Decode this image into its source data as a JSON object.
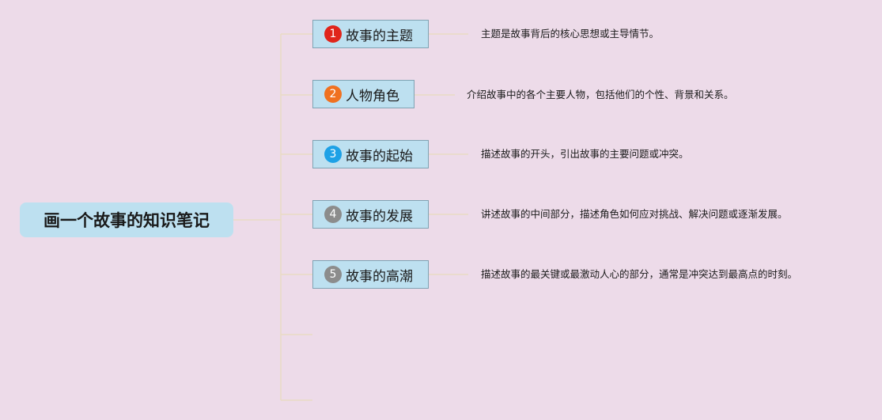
{
  "root": {
    "label": "画一个故事的知识笔记"
  },
  "topics": [
    {
      "number": "1",
      "label": "故事的主题",
      "note": "主题是故事背后的核心思想或主导情节。",
      "badge_color": "#e0251b"
    },
    {
      "number": "2",
      "label": "人物角色",
      "note": "介绍故事中的各个主要人物，包括他们的个性、背景和关系。",
      "badge_color": "#f07120"
    },
    {
      "number": "3",
      "label": "故事的起始",
      "note": "描述故事的开头，引出故事的主要问题或冲突。",
      "badge_color": "#1da1e6"
    },
    {
      "number": "4",
      "label": "故事的发展",
      "note": "讲述故事的中间部分，描述角色如何应对挑战、解决问题或逐渐发展。",
      "badge_color": "#8c8c8c"
    },
    {
      "number": "5",
      "label": "故事的高潮",
      "note": "描述故事的最关键或最激动人心的部分，通常是冲突达到最高点的时刻。",
      "badge_color": "#8c8c8c"
    }
  ],
  "colors": {
    "background": "#eddbe9",
    "node_fill": "#bde0f0",
    "connector": "#eadbc4"
  }
}
